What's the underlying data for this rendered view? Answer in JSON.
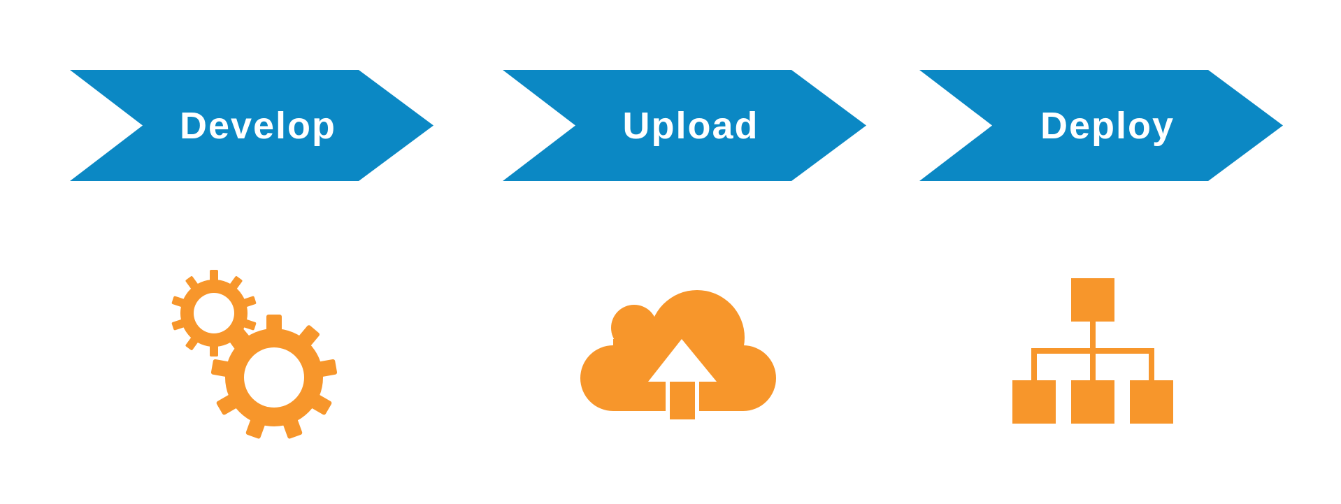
{
  "colors": {
    "chevron_fill": "#0b88c4",
    "chevron_text": "#ffffff",
    "icon_fill": "#f7962b",
    "background": "#ffffff"
  },
  "steps": [
    {
      "label": "Develop",
      "icon": "gears-icon"
    },
    {
      "label": "Upload",
      "icon": "cloud-upload-icon"
    },
    {
      "label": "Deploy",
      "icon": "hierarchy-icon"
    }
  ]
}
